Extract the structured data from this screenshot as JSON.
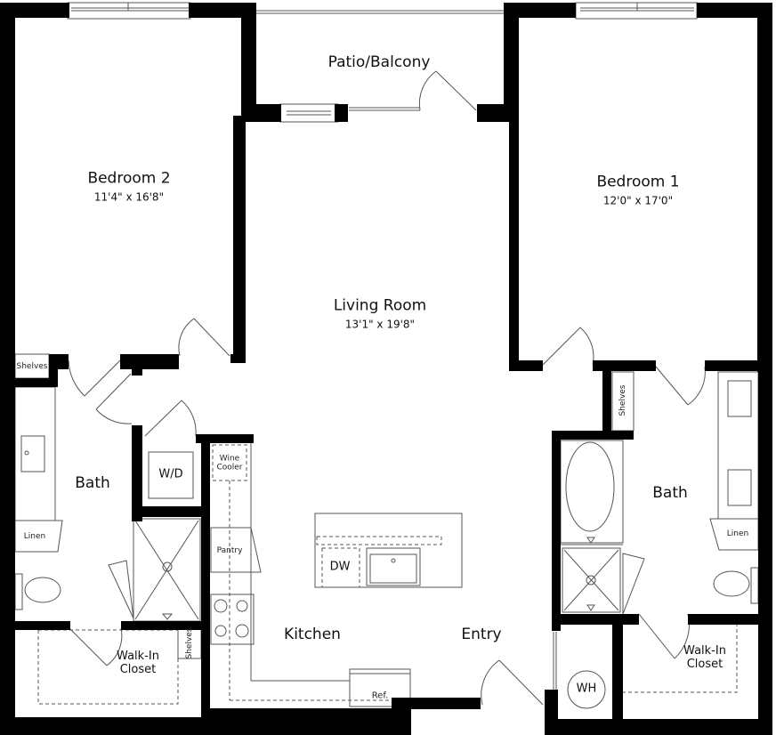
{
  "floor_plan": {
    "type": "two-bedroom apartment",
    "colors": {
      "wall": "#000000",
      "line": "#555555",
      "background": "#ffffff"
    },
    "rooms": {
      "bedroom2": {
        "name": "Bedroom 2",
        "dimensions": "11'4\" x 16'8\""
      },
      "bedroom1": {
        "name": "Bedroom 1",
        "dimensions": "12'0\" x 17'0\""
      },
      "living": {
        "name": "Living Room",
        "dimensions": "13'1\" x 19'8\""
      },
      "patio": {
        "name": "Patio/Balcony"
      },
      "bath_left": {
        "name": "Bath"
      },
      "bath_right": {
        "name": "Bath"
      },
      "kitchen": {
        "name": "Kitchen"
      },
      "entry": {
        "name": "Entry"
      },
      "closet_left": {
        "name_line1": "Walk-In",
        "name_line2": "Closet"
      },
      "closet_right": {
        "name_line1": "Walk-In",
        "name_line2": "Closet"
      }
    },
    "fixtures": {
      "shelves_left_top": "Shelves",
      "shelves_left_closet": "Shelves",
      "shelves_right": "Shelves",
      "linen_left": "Linen",
      "linen_right": "Linen",
      "washer_dryer": "W/D",
      "wine_cooler_line1": "Wine",
      "wine_cooler_line2": "Cooler",
      "pantry": "Pantry",
      "dishwasher": "DW",
      "refrigerator": "Ref.",
      "water_heater": "WH"
    }
  }
}
